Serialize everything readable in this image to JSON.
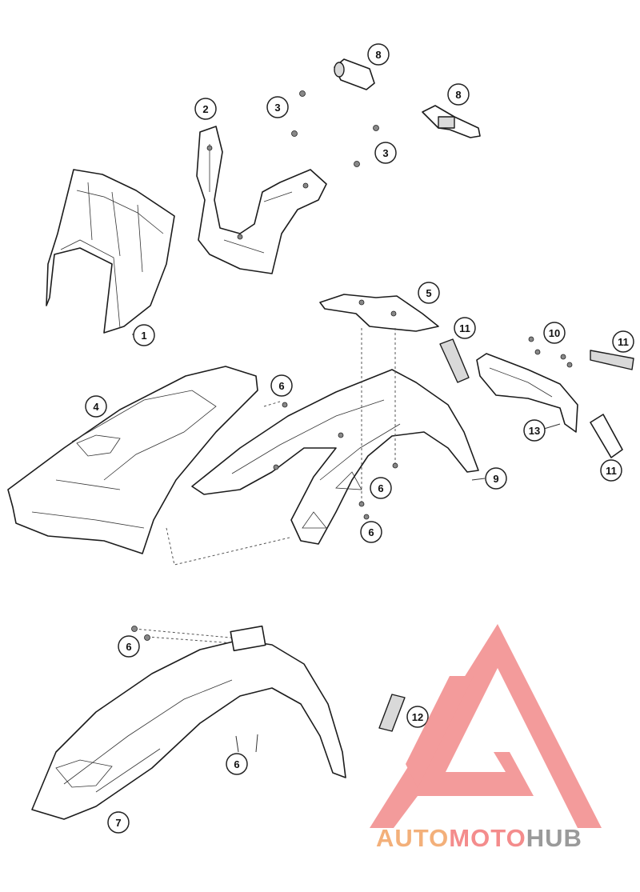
{
  "diagram": {
    "callouts": [
      {
        "id": "c1",
        "label": "1"
      },
      {
        "id": "c2",
        "label": "2"
      },
      {
        "id": "c3a",
        "label": "3"
      },
      {
        "id": "c3b",
        "label": "3"
      },
      {
        "id": "c4",
        "label": "4"
      },
      {
        "id": "c5",
        "label": "5"
      },
      {
        "id": "c6a",
        "label": "6"
      },
      {
        "id": "c6b",
        "label": "6"
      },
      {
        "id": "c6c",
        "label": "6"
      },
      {
        "id": "c6d",
        "label": "6"
      },
      {
        "id": "c6e",
        "label": "6"
      },
      {
        "id": "c7",
        "label": "7"
      },
      {
        "id": "c8a",
        "label": "8"
      },
      {
        "id": "c8b",
        "label": "8"
      },
      {
        "id": "c9",
        "label": "9"
      },
      {
        "id": "c10",
        "label": "10"
      },
      {
        "id": "c11a",
        "label": "11"
      },
      {
        "id": "c11b",
        "label": "11"
      },
      {
        "id": "c11c",
        "label": "11"
      },
      {
        "id": "c12",
        "label": "12"
      },
      {
        "id": "c13",
        "label": "13"
      }
    ]
  },
  "watermark": {
    "part1": "AUTO",
    "part2": "MOTO",
    "part3": "HUB",
    "colors": {
      "auto": "#f3b07a",
      "moto": "#f48c8c",
      "hub": "#9a9a9a",
      "logo": "#f07a7a"
    }
  }
}
